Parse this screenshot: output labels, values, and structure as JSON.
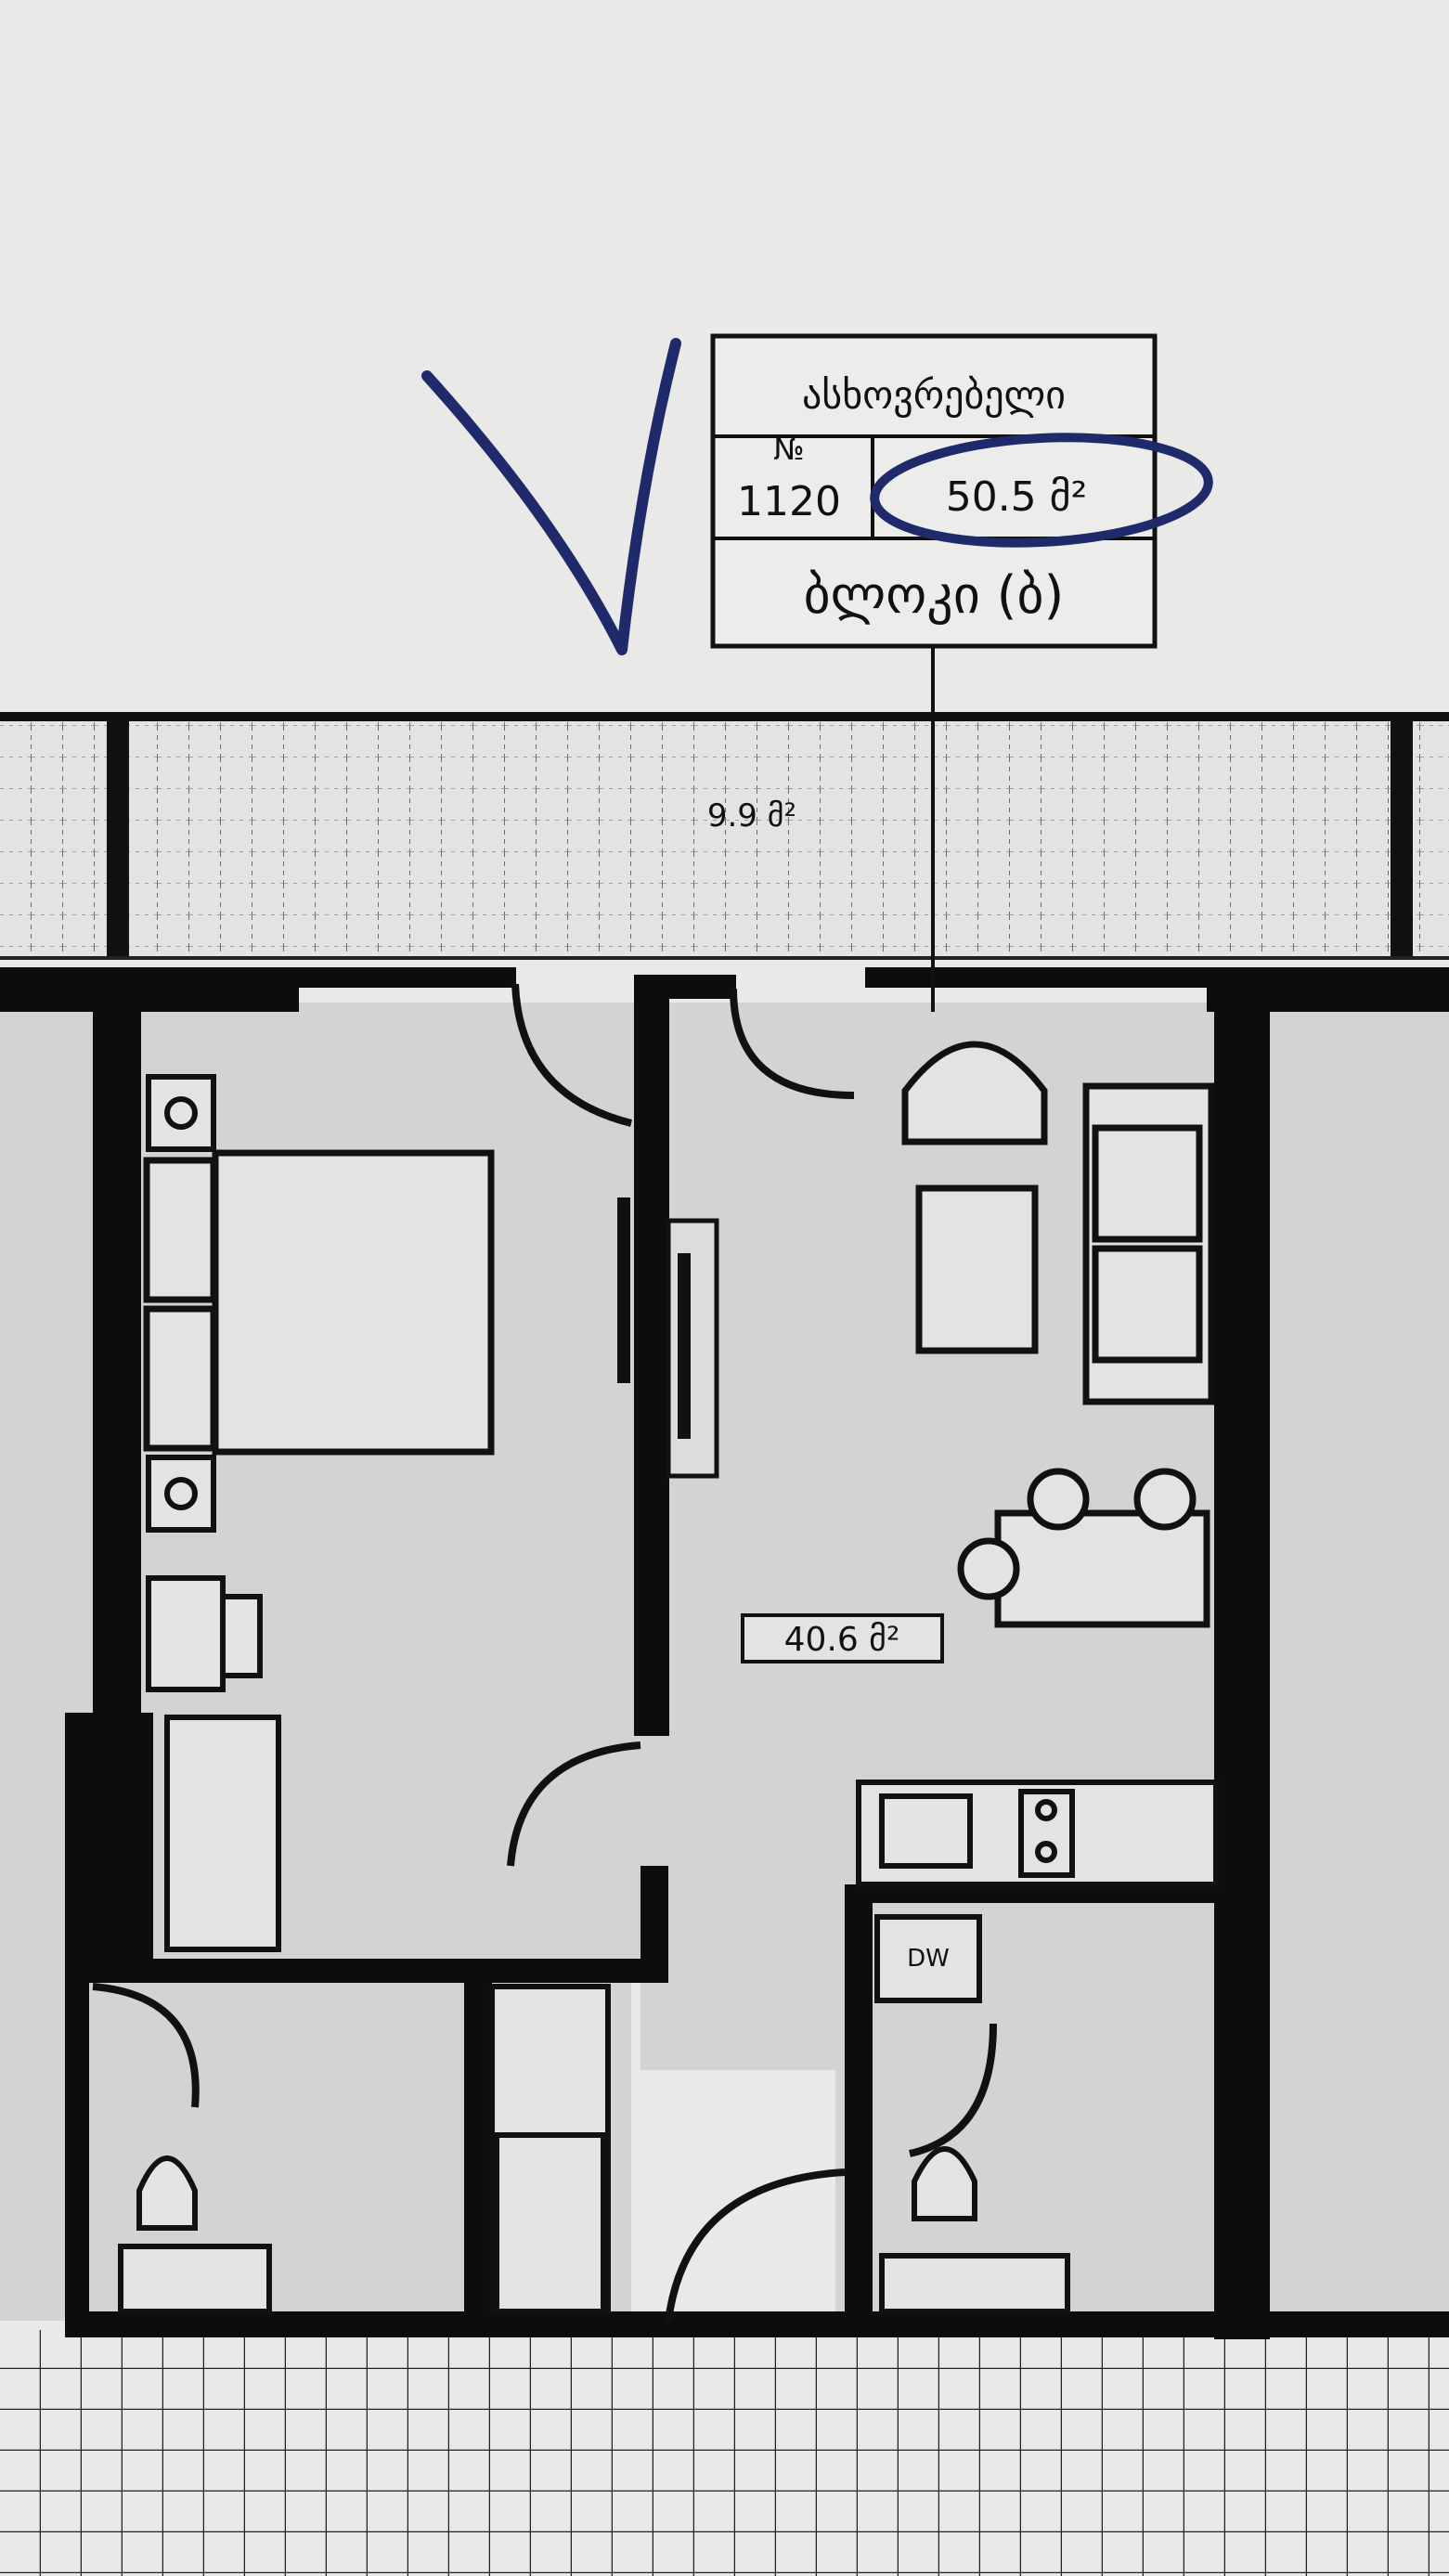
{
  "info_box": {
    "heading": "ასხოვრებელი",
    "number_label": "№",
    "apartment_number": "1120",
    "area": "50.5 მ²",
    "type": "ბლოკი (ბ)"
  },
  "rooms": {
    "balcony_area": "9.9 მ²",
    "living_area": "40.6 მ²"
  },
  "fixtures": {
    "dishwasher_label": "DW"
  },
  "colors": {
    "paper": "#e7e8e6",
    "floor": "#d4d5d3",
    "wall": "#0d0d0d",
    "pen": "#1f2a6b"
  }
}
